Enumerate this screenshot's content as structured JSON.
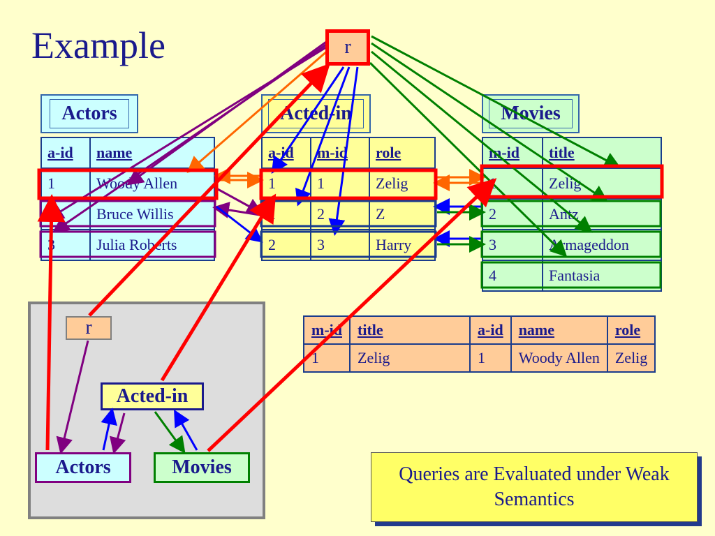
{
  "title": "Example",
  "root_node": "r",
  "labels": {
    "actors": "Actors",
    "acted_in": "Acted-in",
    "movies": "Movies"
  },
  "actors_table": {
    "headers": [
      "a-id",
      "name"
    ],
    "rows": [
      [
        "1",
        "Woody Allen"
      ],
      [
        "2",
        "Bruce Willis"
      ],
      [
        "3",
        "Julia Roberts"
      ]
    ]
  },
  "acted_in_table": {
    "headers": [
      "a-id",
      "m-id",
      "role"
    ],
    "rows": [
      [
        "1",
        "1",
        "Zelig"
      ],
      [
        "1",
        "2",
        "Z"
      ],
      [
        "2",
        "3",
        "Harry"
      ]
    ]
  },
  "movies_table": {
    "headers": [
      "m-id",
      "title"
    ],
    "rows": [
      [
        "1",
        "Zelig"
      ],
      [
        "2",
        "Antz"
      ],
      [
        "3",
        "Armageddon"
      ],
      [
        "4",
        "Fantasia"
      ]
    ]
  },
  "result_table": {
    "headers": [
      "m-id",
      "title",
      "a-id",
      "name",
      "role"
    ],
    "rows": [
      [
        "1",
        "Zelig",
        "1",
        "Woody Allen",
        "Zelig"
      ]
    ]
  },
  "query_graph": {
    "root": "r",
    "acted_in": "Acted-in",
    "actors": "Actors",
    "movies": "Movies"
  },
  "note": "Queries are Evaluated under Weak Semantics",
  "colors": {
    "background": "#ffffcc",
    "highlight": "#ff0000",
    "actors_edge": "#800080",
    "acted_in_edge": "#0000ff",
    "movies_edge": "#008000",
    "join_edge": "#ff6600"
  }
}
